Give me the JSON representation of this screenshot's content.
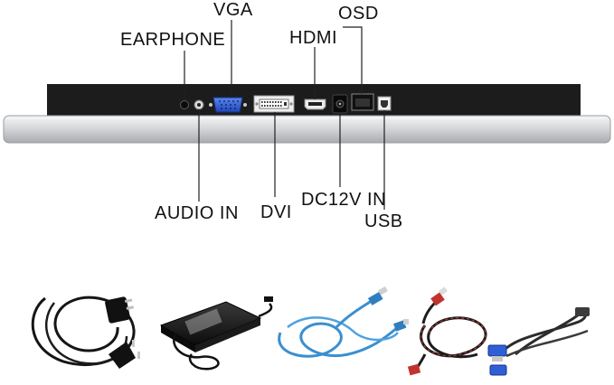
{
  "labels": {
    "earphone": "EARPHONE",
    "vga": "VGA",
    "hdmi": "HDMI",
    "osd": "OSD",
    "audio_in": "AUDIO IN",
    "dvi": "DVI",
    "dc12v_in": "DC12V IN",
    "usb": "USB"
  },
  "colors": {
    "panel": "#1c1c1c",
    "bezel": "#d9dadc",
    "vga_port": "#2f5fd6",
    "cable_blue": "#3a8fd0",
    "cable_red": "#c0342d",
    "leader_line": "#222222"
  },
  "accessories": [
    "power-cord-icon",
    "power-adapter-icon",
    "usb-cable-icon",
    "hdmi-cable-icon",
    "vga-cable-icon"
  ]
}
